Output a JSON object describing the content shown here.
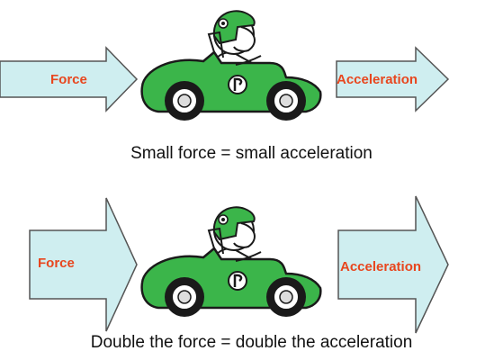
{
  "colors": {
    "arrow_fill": "#cfeef0",
    "arrow_stroke": "#555555",
    "label_text": "#e8461e",
    "car_body": "#3bb54a",
    "car_outline": "#1a1a1a",
    "caption_text": "#111111"
  },
  "panels": [
    {
      "id": "small",
      "force_label": "Force",
      "acceleration_label": "Acceleration",
      "caption": "Small force = small acceleration",
      "icon": "race-car-icon"
    },
    {
      "id": "double",
      "force_label": "Force",
      "acceleration_label": "Acceleration",
      "caption": "Double the force = double the acceleration",
      "icon": "race-car-icon"
    }
  ]
}
